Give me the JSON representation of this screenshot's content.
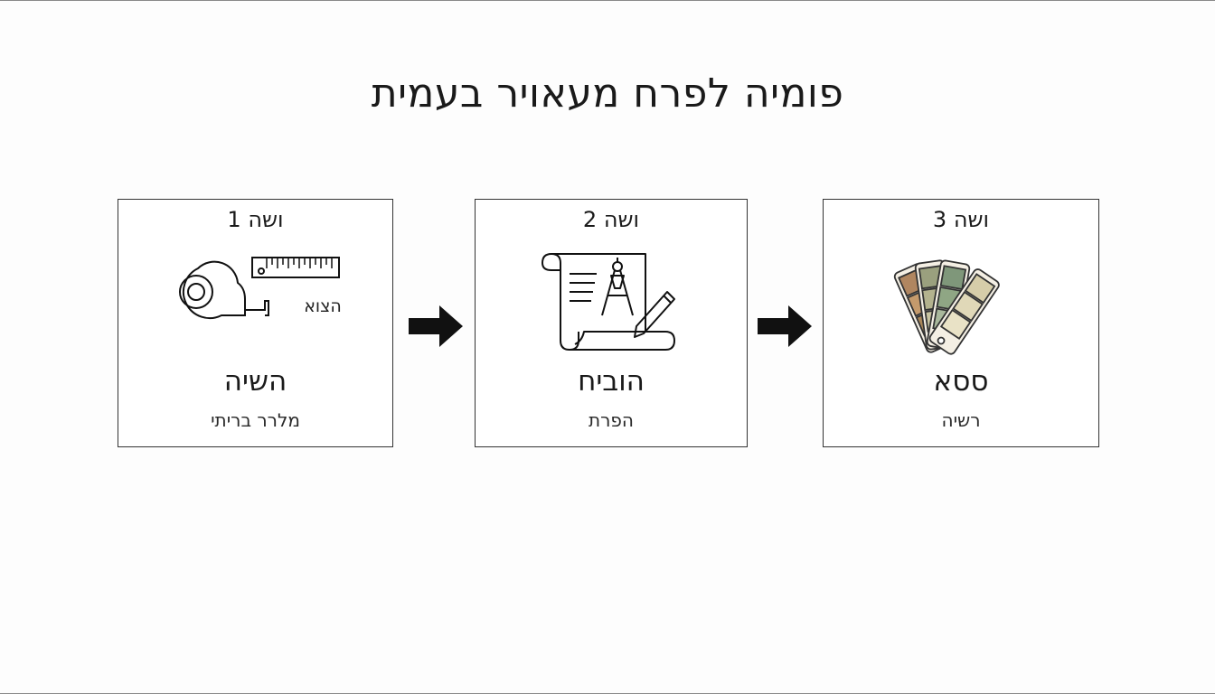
{
  "title": "פומיה לפרח מעאויר בעמית",
  "steps": [
    {
      "label": "ושה 1",
      "name": "השיה",
      "desc": "מלרר בריתי",
      "illustration_caption": "הצוא",
      "icon": "tape-measure-ruler-icon"
    },
    {
      "label": "ושה 2",
      "name": "הוביח",
      "desc": "הפרת",
      "icon": "blueprint-compass-icon"
    },
    {
      "label": "ושה 3",
      "name": "ססא",
      "desc": "רשיה",
      "icon": "color-swatches-icon"
    }
  ],
  "colors": {
    "border": "#333333",
    "arrow": "#111111",
    "swatch_brown": [
      "#b08660",
      "#c49a6c",
      "#a98658"
    ],
    "swatch_olive": [
      "#9aa07e",
      "#b3b28e",
      "#c7c3a0"
    ],
    "swatch_green": [
      "#7f977a",
      "#8fa684",
      "#a9b89c"
    ],
    "swatch_beige": [
      "#d6cda9",
      "#e0d8b8",
      "#e9e2c6"
    ]
  }
}
